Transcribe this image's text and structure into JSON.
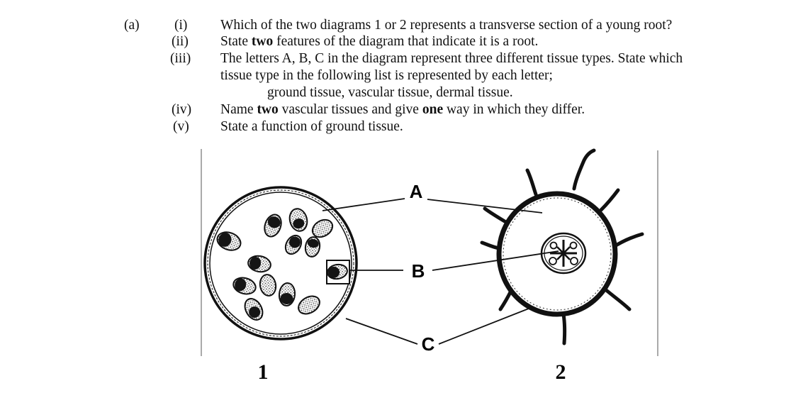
{
  "part": "(a)",
  "items": [
    {
      "num": "(i)",
      "text": "Which of the two diagrams 1 or 2 represents a transverse section of a young root?"
    },
    {
      "num": "(ii)",
      "pre": "State ",
      "bold": "two",
      "post": " features of the diagram that indicate it is a root."
    },
    {
      "num": "(iii)",
      "text": "The letters A, B, C in the diagram represent three different tissue types. State which",
      "text2": "tissue type in the following list is represented by each letter;",
      "list": "ground tissue, vascular tissue, dermal tissue."
    },
    {
      "num": "(iv)",
      "pre": "Name ",
      "bold": "two",
      "mid": " vascular tissues and give ",
      "bold2": "one",
      "post": " way in which they differ."
    },
    {
      "num": "(v)",
      "text": "State a function of ground tissue."
    }
  ],
  "labels": {
    "a": "A",
    "b": "B",
    "c": "C"
  },
  "figures": {
    "one": "1",
    "two": "2"
  }
}
